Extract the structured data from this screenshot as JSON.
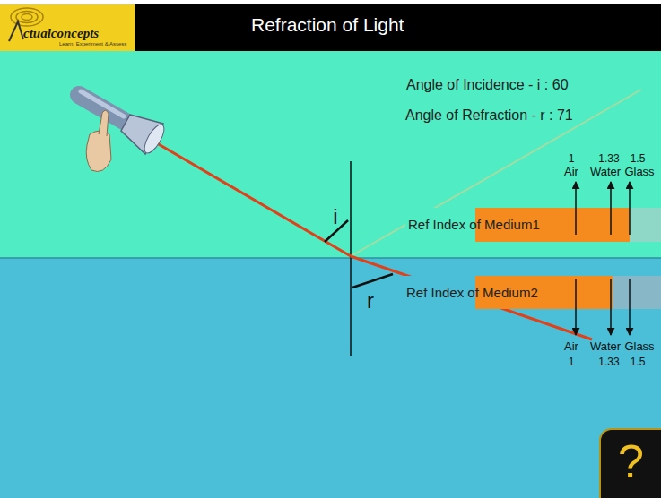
{
  "diagram": {
    "title": "Refraction of Light",
    "nodes": [
      {
        "text": [
          "ctualconcepts",
          "Learn, Experiment & Assess"
        ]
      },
      {
        "text": [
          "Ref Index of Medium1"
        ]
      },
      {
        "text": [
          "Ref Index of Medium2"
        ]
      },
      {
        "text": [
          "?"
        ]
      }
    ],
    "labels": [
      "Angle of Incidence - i : 60",
      "Angle of Refraction - r : 71",
      "i",
      "r",
      "1",
      "1.33",
      "1.5",
      "Air",
      "Water",
      "Glass",
      "Air",
      "Water",
      "Glass",
      "1",
      "1.33",
      "1.5"
    ]
  }
}
